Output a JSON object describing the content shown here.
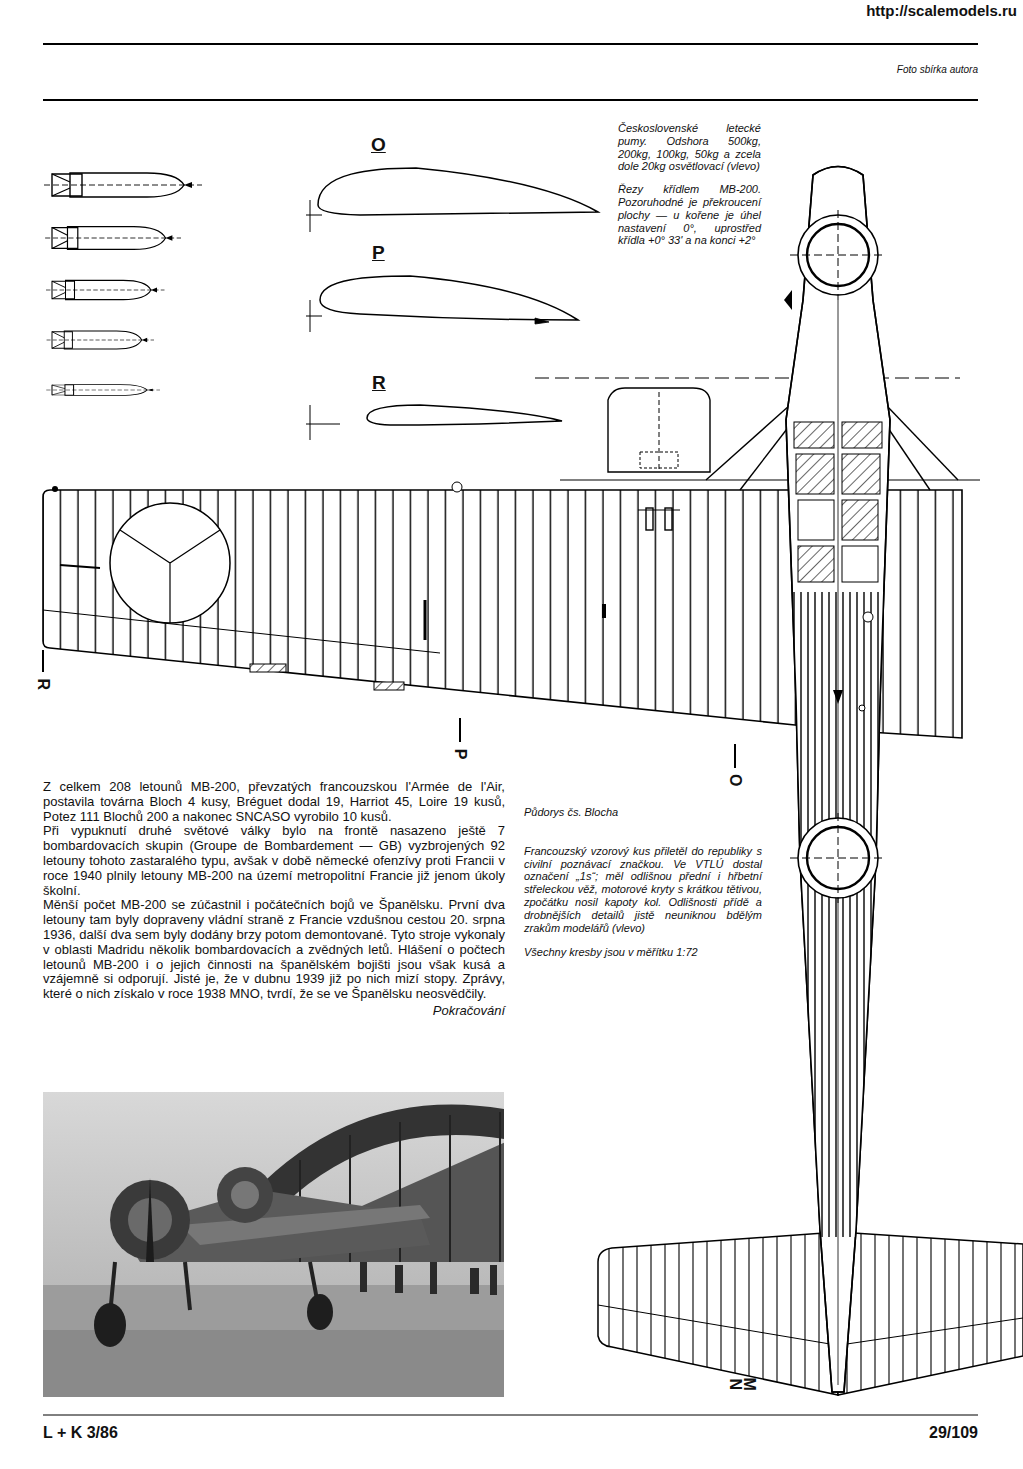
{
  "diagram": {
    "labels": [
      "http://scalemodels.ru",
      "Foto sbírka autora",
      "O",
      "P",
      "R",
      "Československé letecké pumy. Odshora 500kg, 200kg, 100kg, 50kg a zcela dole 20kg osvětlovací (vlevo)",
      "Řezy křídlem MB-200. Pozoruhodné je překroucení plochy — u kořene je úhel nastavení 0°, uprostřed křídla +0° 33' a na konci +2°",
      "R",
      "P",
      "O",
      "Z celkem 208 letounů MB-200, převzatých francouzskou l'Armée de l'Air, postavila továrna Bloch 4 kusy, Bréguet dodal 19, Harriot 45, Loire 19 kusů, Potez 111 Blochů 200 a nakonec SNCASO vyrobilo 10 kusů.",
      "Při vypuknutí druhé světové války bylo na frontě nasazeno ještě 7 bombardovacích skupin (Groupe de Bombardement — GB) vyzbrojených 92 letouny tohoto zastaralého typu, avšak v době německé ofenzívy proti Francii v roce 1940 plnily letouny MB-200 na území metropolitní Francie již jenom úkoly školní.",
      "Měnší počet MB-200 se zúčastnil i počátečních bojů ve Španělsku. První dva letouny tam byly dopraveny vládní straně z Francie vzdušnou cestou 20. srpna 1936, další dva sem byly dodány brzy potom demontované. Tyto stroje vykonaly v oblasti Madridu několik bombardovacích a zvědných letů. Hlášení o počtech letounů MB-200 i o jejich činnosti na španělském bojišti jsou však kusá a vzájemně si odporují. Jisté je, že v dubnu 1939 již po nich mizí stopy. Zprávy, které o nich získalo v roce 1938 MNO, tvrdí, že se ve Španělsku neosvědčily.",
      "Pokračování",
      "Půdorys čs. Blocha",
      "Francouzský vzorový kus přiletěl do republiky s civilní poznávací značkou. Ve VTLÚ dostal označení „1s“; měl odlišnou přední i hřbetní střeleckou věž, motorové kryty s krátkou tětivou, zpočátku nosil kapoty kol. Odlišnosti přídě a drobnějších detailů jistě neuniknou bdělým zrakům modelářů (vlevo)",
      "Všechny kresby jsou v měřítku 1:72",
      "N",
      "M",
      "L + K 3/86",
      "29/109"
    ]
  }
}
